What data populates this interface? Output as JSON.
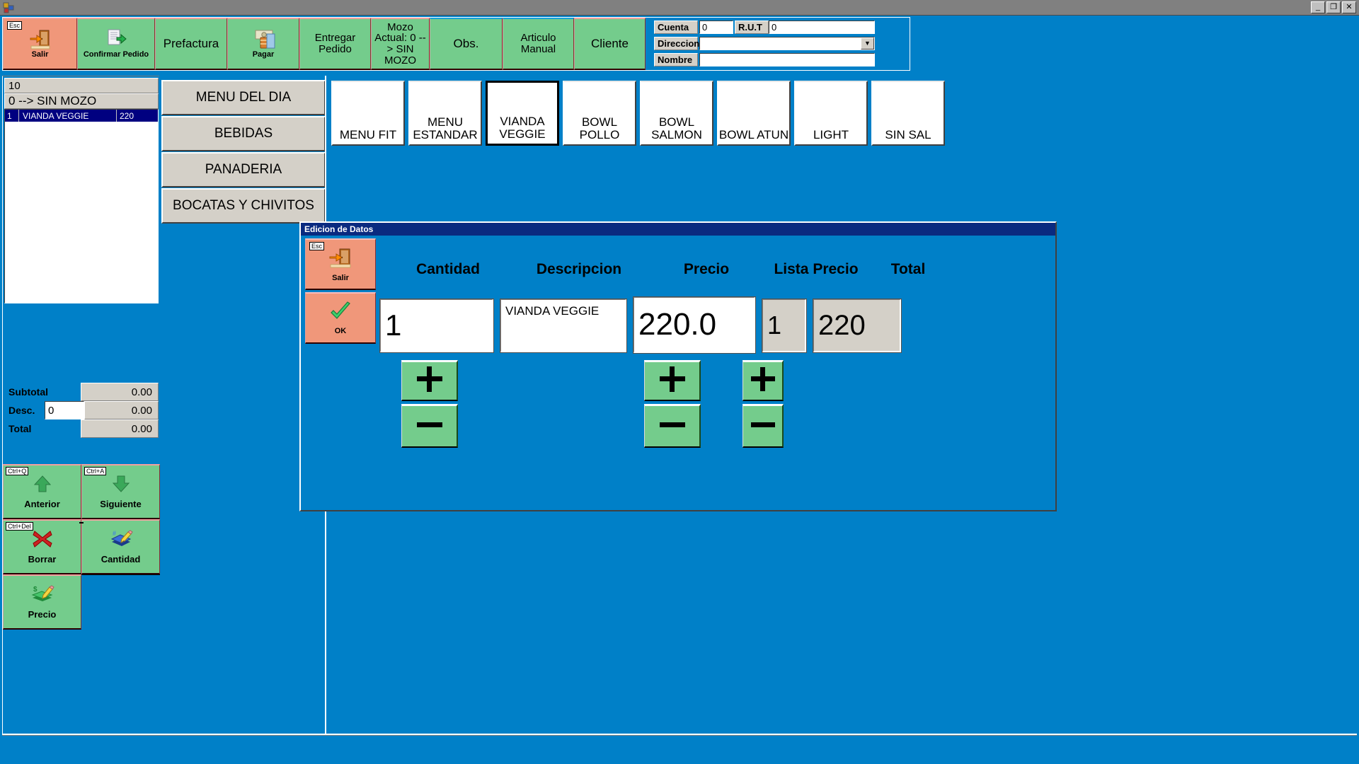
{
  "window": {
    "title": "",
    "buttons": {
      "minimize": "_",
      "restore": "❐",
      "close": "✕"
    }
  },
  "toolbar": {
    "buttons": [
      {
        "name": "salir",
        "label": "Salir",
        "kbd": "Esc",
        "icon": "exit-door-icon",
        "style": "salir"
      },
      {
        "name": "confirmar-pedido",
        "label": "Confirmar Pedido",
        "icon": "document-arrow-icon",
        "style": "green"
      },
      {
        "name": "prefactura",
        "label": "Prefactura",
        "icon": "",
        "style": "green"
      },
      {
        "name": "pagar",
        "label": "Pagar",
        "icon": "money-icon",
        "style": "green"
      },
      {
        "name": "entregar-pedido",
        "label": "Entregar Pedido",
        "icon": "",
        "style": "green"
      },
      {
        "name": "mozo-actual",
        "label": "Mozo Actual: 0 --> SIN MOZO",
        "icon": "",
        "style": "green"
      },
      {
        "name": "obs",
        "label": "Obs.",
        "icon": "",
        "style": "green-cyan"
      },
      {
        "name": "articulo-manual",
        "label": "Articulo Manual",
        "icon": "",
        "style": "green-cyan"
      },
      {
        "name": "cliente",
        "label": "Cliente",
        "icon": "",
        "style": "green"
      }
    ]
  },
  "customer": {
    "cuenta_label": "Cuenta",
    "cuenta_value": "0",
    "rut_label": "R.U.T",
    "rut_value": "0",
    "direccion_label": "Direccion",
    "direccion_value": "",
    "nombre_label": "Nombre",
    "nombre_value": ""
  },
  "order": {
    "table_number": "10",
    "waiter_line": "0  --> SIN MOZO",
    "rows": [
      {
        "qty": "1",
        "desc": "VIANDA VEGGIE",
        "price": "220"
      }
    ],
    "subtotal_label": "Subtotal",
    "subtotal_value": "0.00",
    "desc_label": "Desc.",
    "desc_input": "0",
    "desc_value": "0.00",
    "total_label": "Total",
    "total_value": "0.00"
  },
  "nav_buttons": [
    {
      "name": "anterior",
      "label": "Anterior",
      "kbd": "Ctrl+Q",
      "icon": "arrow-up-icon"
    },
    {
      "name": "siguiente",
      "label": "Siguiente",
      "kbd": "Ctrl+A",
      "icon": "arrow-down-icon"
    },
    {
      "name": "borrar",
      "label": "Borrar",
      "kbd": "Ctrl+Del",
      "icon": "red-x-icon"
    },
    {
      "name": "cantidad",
      "label": "Cantidad",
      "kbd": "",
      "icon": "edit-quantity-icon"
    },
    {
      "name": "precio",
      "label": "Precio",
      "kbd": "",
      "icon": "edit-price-icon"
    }
  ],
  "categories": [
    {
      "name": "menu-del-dia",
      "label": "MENU DEL DIA"
    },
    {
      "name": "bebidas",
      "label": "BEBIDAS"
    },
    {
      "name": "panaderia",
      "label": "PANADERIA"
    },
    {
      "name": "bocatas-y-chivitos",
      "label": "BOCATAS Y CHIVITOS"
    }
  ],
  "products": [
    {
      "name": "menu-fit",
      "label": "MENU FIT",
      "active": false
    },
    {
      "name": "menu-estandar",
      "label": "MENU ESTANDAR",
      "active": false
    },
    {
      "name": "vianda-veggie",
      "label": "VIANDA VEGGIE",
      "active": true
    },
    {
      "name": "bowl-pollo",
      "label": "BOWL POLLO",
      "active": false
    },
    {
      "name": "bowl-salmon",
      "label": "BOWL SALMON",
      "active": false
    },
    {
      "name": "bowl-atun",
      "label": "BOWL ATUN",
      "active": false
    },
    {
      "name": "light",
      "label": "LIGHT",
      "active": false
    },
    {
      "name": "sin-sal",
      "label": "SIN SAL",
      "active": false
    }
  ],
  "dialog": {
    "title": "Edicion de Datos",
    "salir_label": "Salir",
    "salir_kbd": "Esc",
    "ok_label": "OK",
    "headers": {
      "cantidad": "Cantidad",
      "descripcion": "Descripcion",
      "precio": "Precio",
      "lista_precio": "Lista Precio",
      "total": "Total"
    },
    "values": {
      "cantidad": "1",
      "descripcion": "VIANDA VEGGIE",
      "precio": "220.0",
      "lista_precio": "1",
      "total": "220"
    },
    "plus_glyph": "+",
    "minus_glyph": "—"
  },
  "colors": {
    "background_blue": "#0080c8",
    "button_green": "#74cc8c",
    "button_salmon": "#f0977a",
    "panel_gray": "#d4d0c8",
    "selection_navy": "#000080",
    "titlebar_gray": "#808080",
    "dialog_title_blue": "#0a2a80"
  }
}
